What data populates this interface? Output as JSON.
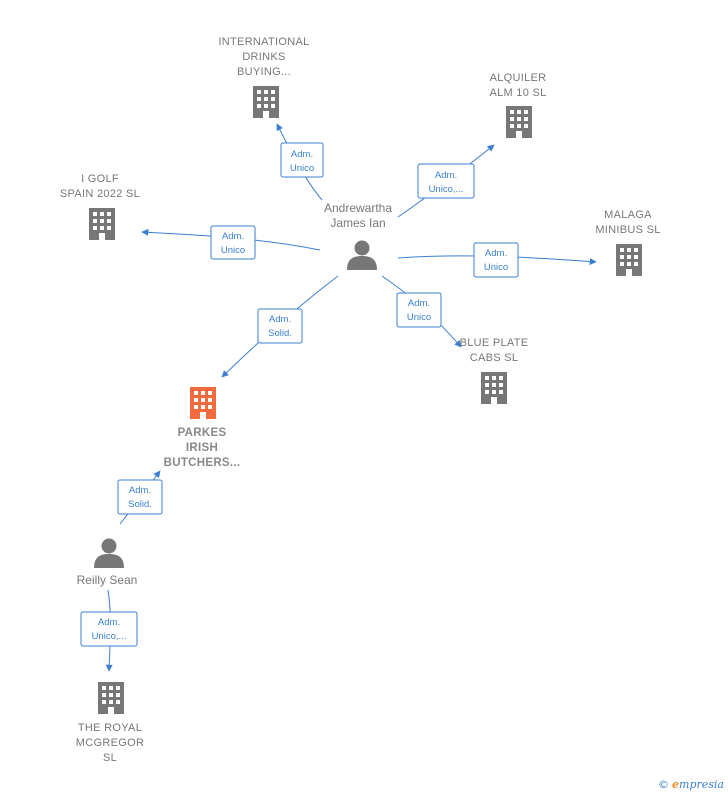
{
  "colors": {
    "edge": "#3a7fcf",
    "company": "#777777",
    "main_company": "#f26a3d",
    "person": "#777777"
  },
  "persons": [
    {
      "id": "andrewartha",
      "lines": [
        "Andrewartha",
        "James Ian"
      ]
    },
    {
      "id": "reilly",
      "lines": [
        "Reilly Sean"
      ]
    }
  ],
  "companies": [
    {
      "id": "international",
      "lines": [
        "INTERNATIONAL",
        "DRINKS",
        "BUYING..."
      ],
      "main": false
    },
    {
      "id": "alquiler",
      "lines": [
        "ALQUILER",
        "ALM 10  SL"
      ],
      "main": false
    },
    {
      "id": "igolf",
      "lines": [
        "I GOLF",
        "SPAIN 2022  SL"
      ],
      "main": false
    },
    {
      "id": "malaga",
      "lines": [
        "MALAGA",
        "MINIBUS SL"
      ],
      "main": false
    },
    {
      "id": "blueplate",
      "lines": [
        "BLUE PLATE",
        "CABS  SL"
      ],
      "main": false
    },
    {
      "id": "parkes",
      "lines": [
        "PARKES",
        "IRISH",
        "BUTCHERS..."
      ],
      "main": true
    },
    {
      "id": "royal",
      "lines": [
        "THE ROYAL",
        "MCGREGOR",
        "SL"
      ],
      "main": false
    }
  ],
  "edges": [
    {
      "id": "e-international",
      "lines": [
        "Adm.",
        "Unico"
      ]
    },
    {
      "id": "e-alquiler",
      "lines": [
        "Adm.",
        "Unico,..."
      ]
    },
    {
      "id": "e-igolf",
      "lines": [
        "Adm.",
        "Unico"
      ]
    },
    {
      "id": "e-malaga",
      "lines": [
        "Adm.",
        "Unico"
      ]
    },
    {
      "id": "e-blueplate",
      "lines": [
        "Adm.",
        "Unico"
      ]
    },
    {
      "id": "e-parkes",
      "lines": [
        "Adm.",
        "Solid."
      ]
    },
    {
      "id": "e-reilly-parkes",
      "lines": [
        "Adm.",
        "Solid."
      ]
    },
    {
      "id": "e-royal",
      "lines": [
        "Adm.",
        "Unico,..."
      ]
    }
  ],
  "brand": {
    "copyright": "©",
    "name_first": "e",
    "name_rest": "mpresia"
  }
}
